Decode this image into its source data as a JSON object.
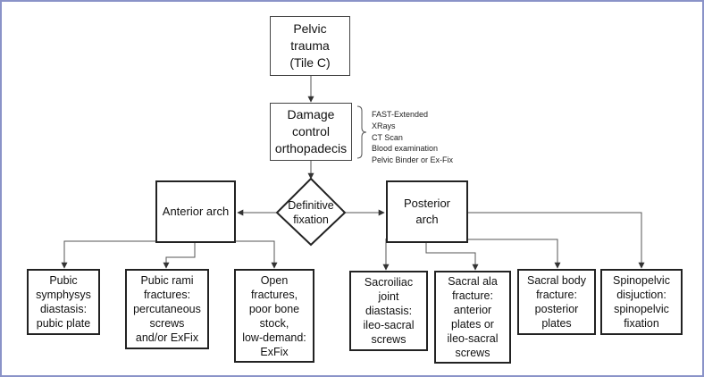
{
  "diagram": {
    "root": {
      "label": "Pelvic trauma\n(Tile C)"
    },
    "damage_control": {
      "label": "Damage\ncontrol\northopadecis"
    },
    "exams": {
      "items": [
        "FAST-Extended",
        "XRays",
        "CT Scan",
        "Blood examination",
        "Pelvic Binder or Ex-Fix"
      ]
    },
    "definitive": {
      "label": "Definitive\nfixation"
    },
    "anterior": {
      "label": "Anterior arch"
    },
    "posterior": {
      "label": "Posterior\narch"
    },
    "anterior_leaves": [
      {
        "label": "Pubic\nsymphysys\ndiastasis:\npubic plate"
      },
      {
        "label": "Pubic rami\nfractures:\npercutaneous\nscrews\nand/or ExFix"
      },
      {
        "label": "Open\nfractures,\npoor bone\nstock,\nlow-demand:\nExFix"
      }
    ],
    "posterior_leaves": [
      {
        "label": "Sacroiliac\njoint\ndiastasis:\nileo-sacral\nscrews"
      },
      {
        "label": "Sacral ala\nfracture:\nanterior\nplates or\nileo-sacral\nscrews"
      },
      {
        "label": "Sacral body\nfracture:\nposterior\nplates"
      },
      {
        "label": "Spinopelvic\ndisjuction:\nspinopelvic\nfixation"
      }
    ]
  }
}
